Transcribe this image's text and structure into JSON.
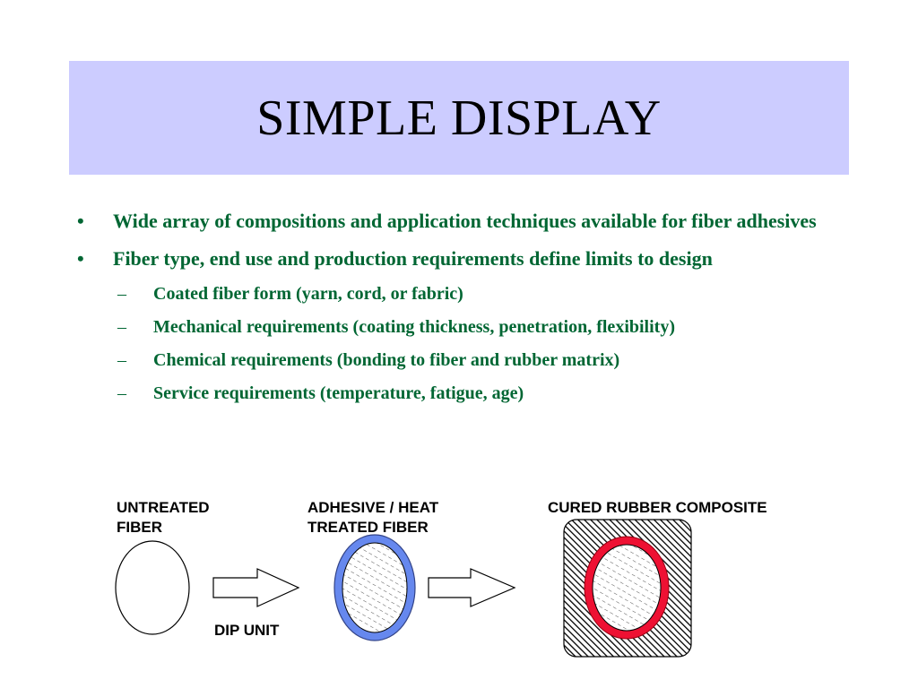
{
  "title": "SIMPLE DISPLAY",
  "bullets": [
    {
      "mark": "•",
      "text": "Wide array of compositions and application techniques available for fiber adhesives"
    },
    {
      "mark": "•",
      "text": "Fiber type, end use and production requirements define limits to design",
      "sub_mark": "–",
      "sub": [
        "Coated fiber form (yarn, cord, or fabric)",
        "Mechanical requirements (coating thickness, penetration, flexibility)",
        "Chemical requirements (bonding to fiber and rubber matrix)",
        "Service requirements (temperature, fatigue, age)"
      ]
    }
  ],
  "diagram": {
    "untreated_label": "UNTREATED\nFIBER",
    "adhesive_label": "ADHESIVE / HEAT\nTREATED FIBER",
    "cured_label": "CURED RUBBER COMPOSITE",
    "dip_label": "DIP UNIT"
  },
  "colors": {
    "title_bg": "#ccccff",
    "bullet_text": "#006633",
    "adhesive_ring": "#6688ee",
    "rubber_ring": "#ee1133"
  }
}
